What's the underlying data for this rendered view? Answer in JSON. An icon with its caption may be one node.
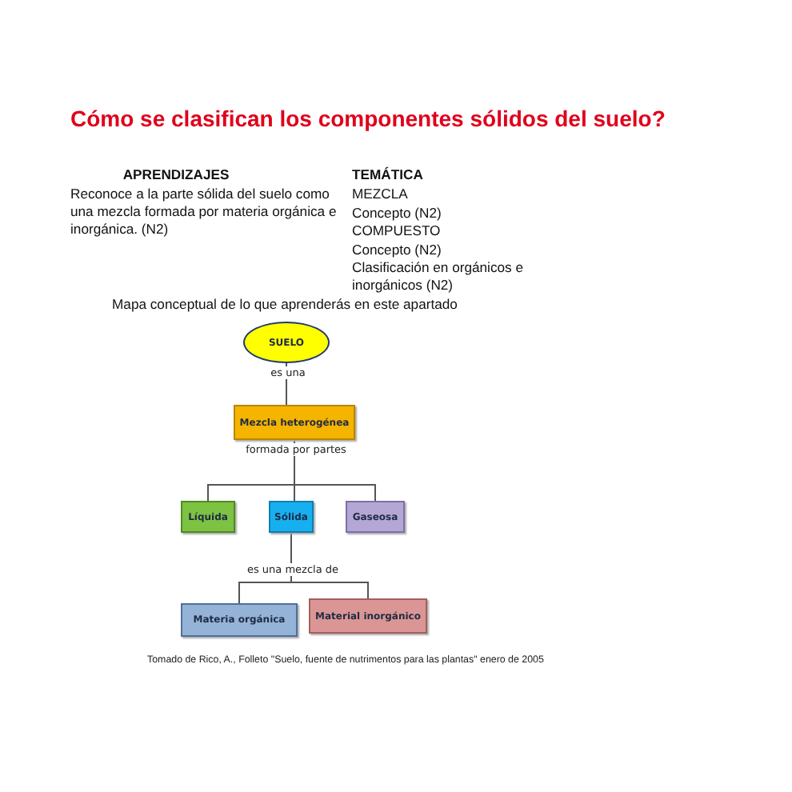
{
  "diagram": {
    "title": "Cómo se clasifican los componentes sólidos del suelo?",
    "nodes": [
      {
        "text": [
          "SUELO"
        ]
      },
      {
        "text": [
          "Mezcla heterogénea"
        ]
      },
      {
        "text": [
          "Líquida"
        ]
      },
      {
        "text": [
          "Sólida"
        ]
      },
      {
        "text": [
          "Gaseosa"
        ]
      },
      {
        "text": [
          "Materia orgánica"
        ]
      },
      {
        "text": [
          "Material inorgánico"
        ]
      }
    ],
    "edges": [
      {
        "from": 0,
        "to": 1,
        "arrow": "none",
        "label": "es una"
      },
      {
        "from": 1,
        "to": 2,
        "arrow": "none"
      },
      {
        "from": 1,
        "to": 3,
        "arrow": "none",
        "label": "formada por partes"
      },
      {
        "from": 1,
        "to": 4,
        "arrow": "none"
      },
      {
        "from": 3,
        "to": 5,
        "arrow": "none",
        "label": "es una mezcla de"
      },
      {
        "from": 3,
        "to": 6,
        "arrow": "none"
      }
    ],
    "labels": [
      "APRENDIZAJES",
      "Reconoce a la parte sólida del suelo como una mezcla formada por materia orgánica e inorgánica. (N2)",
      "TEMÁTICA",
      "MEZCLA",
      "Concepto (N2)",
      "COMPUESTO",
      "Concepto (N2)",
      "Clasificación en orgánicos e inorgánicos (N2)",
      "Mapa conceptual de lo que aprenderás en este apartado"
    ],
    "caption": "Tomado de Rico, A., Folleto \"Suelo, fuente de nutrimentos para las plantas\" enero de 2005"
  }
}
